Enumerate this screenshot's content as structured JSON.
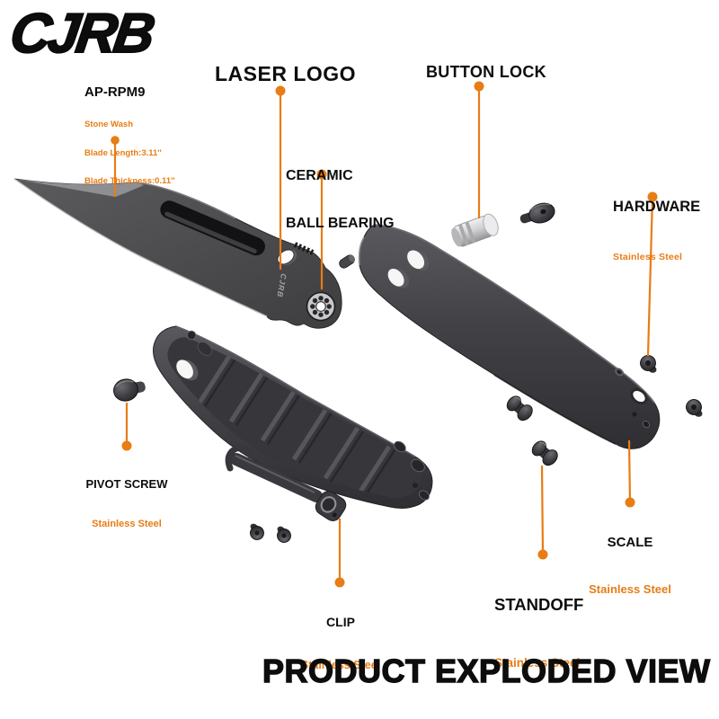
{
  "colors": {
    "accent": "#E87C15",
    "ink": "#0D0D0D"
  },
  "brand": "CJRB",
  "title": "PRODUCT EXPLODED VIEW",
  "product": {
    "name": "AP-RPM9",
    "specs": [
      "Stone Wash",
      "Blade Length:3.11''",
      "Blade Thickness:0.11''"
    ]
  },
  "blade_engraving": "CJRB",
  "callouts": {
    "laser_logo": {
      "label": "LASER LOGO"
    },
    "button_lock": {
      "label": "BUTTON LOCK"
    },
    "ceramic_bearing": {
      "line1": "CERAMIC",
      "line2": "BALL BEARING"
    },
    "hardware": {
      "label": "HARDWARE",
      "material": "Stainless Steel"
    },
    "pivot_screw": {
      "label": "PIVOT SCREW",
      "material": "Stainless Steel"
    },
    "scale": {
      "label": "SCALE",
      "material": "Stainless Steel"
    },
    "standoff": {
      "label": "STANDOFF",
      "material": "Stainless Steel"
    },
    "clip": {
      "label": "CLIP",
      "material": "Stainless Steel"
    }
  }
}
